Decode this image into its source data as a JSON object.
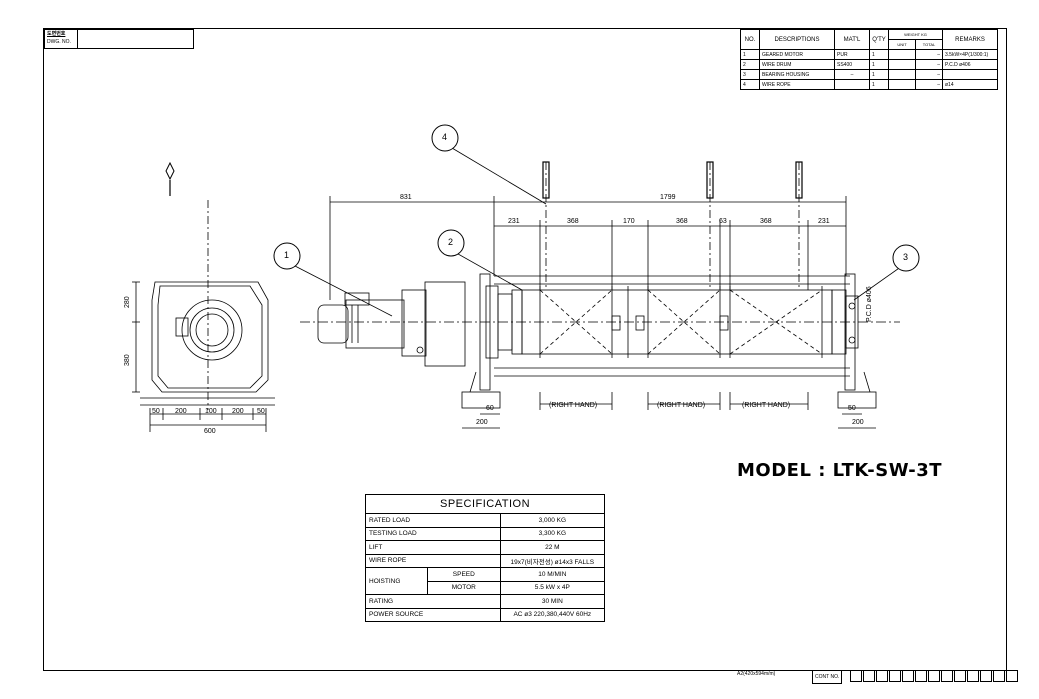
{
  "title_block": {
    "dwg_label_kr": "도면번호",
    "dwg_label_en": "DWG. NO."
  },
  "bom": {
    "headers": [
      "NO.",
      "DESCRIPTIONS",
      "MAT'L",
      "Q'TY",
      "WEIGHT KG",
      "REMARKS"
    ],
    "weight_sub": [
      "UNIT",
      "TOTAL"
    ],
    "rows": [
      {
        "no": "1",
        "desc": "GEARED MOTOR",
        "mat": "PUR",
        "qty": "1",
        "unit": "",
        "total": "–",
        "remarks": "3.5kW×4P(1/300:1)"
      },
      {
        "no": "2",
        "desc": "WIRE DRUM",
        "mat": "SS400",
        "qty": "1",
        "unit": "",
        "total": "–",
        "remarks": "P.C.D ø406"
      },
      {
        "no": "3",
        "desc": "BEARING HOUSING",
        "mat": "–",
        "qty": "1",
        "unit": "",
        "total": "–",
        "remarks": ""
      },
      {
        "no": "4",
        "desc": "WIRE ROPE",
        "mat": "",
        "qty": "1",
        "unit": "",
        "total": "–",
        "remarks": "ø14"
      }
    ]
  },
  "drawing": {
    "balloons": [
      "1",
      "2",
      "3",
      "4"
    ],
    "dims_top": [
      "831",
      "1799"
    ],
    "dims_drum": [
      "231",
      "368",
      "170",
      "368",
      "63",
      "368",
      "231"
    ],
    "hand_labels": [
      "(RIGHT HAND)",
      "(RIGHT HAND)",
      "(RIGHT HAND)"
    ],
    "dims_foot": [
      "60",
      "200",
      "50",
      "200"
    ],
    "pcd": "P.C.D ø406",
    "side_dims_v": [
      "280",
      "380"
    ],
    "side_dims_h": [
      "50",
      "200",
      "100",
      "200",
      "50"
    ],
    "side_total": "600"
  },
  "model": "MODEL : LTK-SW-3T",
  "spec": {
    "title": "SPECIFICATION",
    "rows": [
      {
        "label": "RATED LOAD",
        "value": "3,000 KG"
      },
      {
        "label": "TESTING LOAD",
        "value": "3,300 KG"
      },
      {
        "label": "LIFT",
        "value": "22 M"
      },
      {
        "label": "WIRE ROPE",
        "value": "19x7(비자전성) ø14x3 FALLS"
      }
    ],
    "hoisting": {
      "label": "HOISTING",
      "speed_label": "SPEED",
      "speed": "10  M/MIN",
      "motor_label": "MOTOR",
      "motor": "5.5  kW x 4P"
    },
    "rating": {
      "label": "RATING",
      "value": "30  MIN"
    },
    "power": {
      "label": "POWER SOURCE",
      "value": "AC ø3 220,380,440V 60Hz"
    }
  },
  "footer": {
    "size": "A2(420x594m/m)",
    "cont": "CONT NO."
  }
}
